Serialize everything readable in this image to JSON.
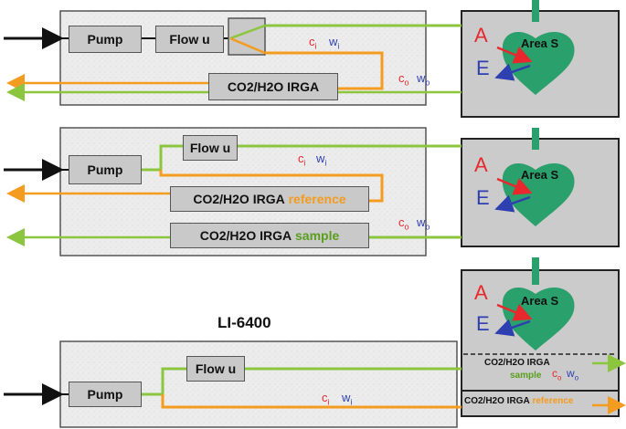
{
  "colors": {
    "orange": "#f39c1f",
    "green": "#8cc63f",
    "red": "#e8282d",
    "blue": "#2e3fb0",
    "leaf": "#2aa06c",
    "panel": "#ececec",
    "box": "#c9c9c9",
    "chamber": "#cbcbcb"
  },
  "panel1": {
    "pump": "Pump",
    "flow": "Flow u",
    "irga": "CO2/H2O IRGA",
    "ci": "c",
    "ci_sub": "i",
    "wi": "w",
    "wi_sub": "i",
    "co": "c",
    "co_sub": "o",
    "wo": "w",
    "wo_sub": "o"
  },
  "panel2": {
    "pump": "Pump",
    "flow": "Flow u",
    "irga_ref_prefix": "CO2/H2O IRGA",
    "irga_ref_suffix": "reference",
    "irga_sample_prefix": "CO2/H2O IRGA",
    "irga_sample_suffix": "sample",
    "ci": "c",
    "ci_sub": "i",
    "wi": "w",
    "wi_sub": "i",
    "co": "c",
    "co_sub": "o",
    "wo": "w",
    "wo_sub": "o"
  },
  "panel3": {
    "title": "LI-6400",
    "pump": "Pump",
    "flow": "Flow u",
    "ci": "c",
    "ci_sub": "i",
    "wi": "w",
    "wi_sub": "i",
    "head_irga_sample_prefix": "CO2/H2O IRGA",
    "head_irga_sample_suffix": "sample",
    "head_co": "c",
    "head_co_sub": "o",
    "head_wo": "w",
    "head_wo_sub": "o",
    "head_irga_ref_prefix": "CO2/H2O IRGA",
    "head_irga_ref_suffix": "reference"
  },
  "leaf": {
    "A": "A",
    "E": "E",
    "area": "Area S"
  }
}
